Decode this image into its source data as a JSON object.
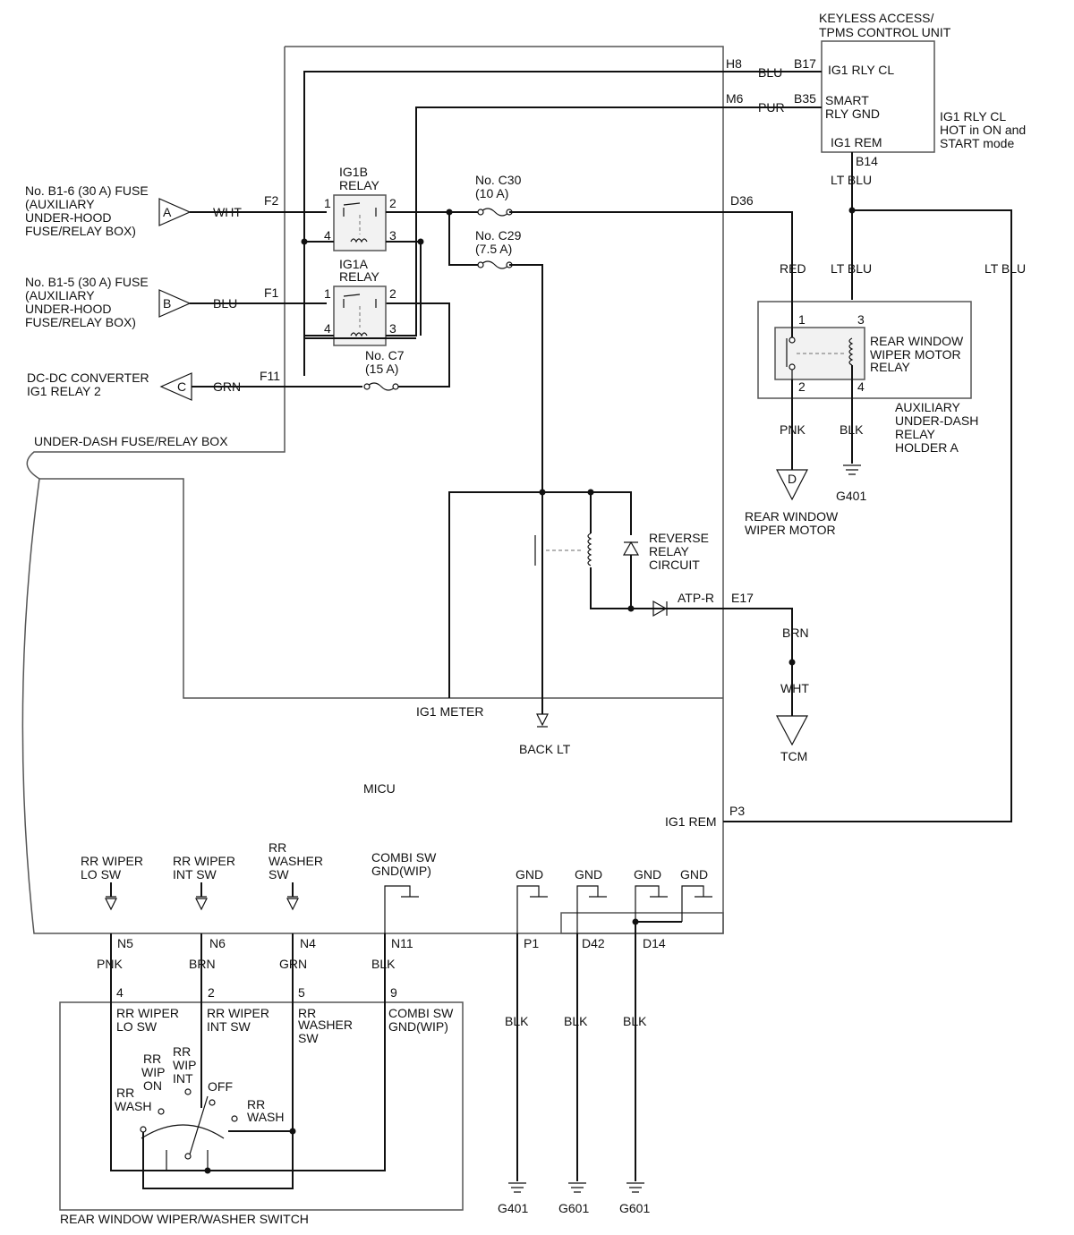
{
  "keyless": {
    "title1": "KEYLESS ACCESS/",
    "title2": "TPMS CONTROL UNIT",
    "pin_ig1_rly_cl": "IG1 RLY CL",
    "pin_smart": "SMART",
    "pin_rly_gnd": "RLY GND",
    "pin_ig1_rem": "IG1 REM",
    "note1": "IG1 RLY CL",
    "note2": "HOT in ON and",
    "note3": "START mode",
    "b17": "B17",
    "b35": "B35",
    "b14": "B14"
  },
  "wires": {
    "h8": "H8",
    "m6": "M6",
    "d36": "D36",
    "f2": "F2",
    "f1": "F1",
    "f11": "F11",
    "e17": "E17",
    "p3": "P3",
    "blu": "BLU",
    "pur": "PUR",
    "wht": "WHT",
    "blu2": "BLU",
    "grn": "GRN",
    "lt_blu_top": "LT BLU",
    "lt_blu_mid": "LT BLU",
    "lt_blu_right": "LT BLU",
    "red": "RED",
    "pnk": "PNK",
    "blk": "BLK",
    "brn": "BRN",
    "wht2": "WHT"
  },
  "sources": {
    "a_line1": "No. B1-6 (30 A) FUSE",
    "a_line2": "(AUXILIARY",
    "a_line3": "UNDER-HOOD",
    "a_line4": "FUSE/RELAY BOX)",
    "a_conn": "A",
    "b_line1": "No. B1-5 (30 A) FUSE",
    "b_line2": "(AUXILIARY",
    "b_line3": "UNDER-HOOD",
    "b_line4": "FUSE/RELAY BOX)",
    "b_conn": "B",
    "c_line1": "DC-DC CONVERTER",
    "c_line2": "IG1 RELAY 2",
    "c_conn": "C"
  },
  "relays": {
    "ig1b1": "IG1B",
    "ig1b2": "RELAY",
    "ig1a1": "IG1A",
    "ig1a2": "RELAY",
    "p1": "1",
    "p2": "2",
    "p3": "3",
    "p4": "4",
    "q1": "1",
    "q2": "2",
    "q3": "3",
    "q4": "4"
  },
  "fuses": {
    "c30": "No. C30",
    "c30a": "(10 A)",
    "c29": "No. C29",
    "c29a": "(7.5 A)",
    "c7": "No. C7",
    "c7a": "(15 A)"
  },
  "rear_relay": {
    "l1": "REAR WINDOW",
    "l2": "WIPER MOTOR",
    "l3": "RELAY",
    "pin1": "1",
    "pin2": "2",
    "pin3": "3",
    "pin4": "4",
    "holder1": "AUXILIARY",
    "holder2": "UNDER-DASH",
    "holder3": "RELAY",
    "holder4": "HOLDER A",
    "d_conn": "D",
    "g401": "G401",
    "motor1": "REAR WINDOW",
    "motor2": "WIPER MOTOR"
  },
  "micu": {
    "box_label": "UNDER-DASH FUSE/RELAY BOX",
    "reverse1": "REVERSE",
    "reverse2": "RELAY",
    "reverse3": "CIRCUIT",
    "atp_r": "ATP-R",
    "ig1_meter": "IG1 METER",
    "back_lt": "BACK LT",
    "micu": "MICU",
    "ig1_rem": "IG1 REM",
    "tcm": "TCM"
  },
  "micu_bottom": {
    "lo1": "RR WIPER",
    "lo2": "LO SW",
    "int1": "RR WIPER",
    "int2": "INT SW",
    "wash1": "RR",
    "wash2": "WASHER",
    "wash3": "SW",
    "combi1": "COMBI SW",
    "combi2": "GND(WIP)",
    "gnd1": "GND",
    "gnd2": "GND",
    "gnd3": "GND",
    "gnd4": "GND",
    "n5": "N5",
    "n6": "N6",
    "n4": "N4",
    "n11": "N11",
    "p1": "P1",
    "d42": "D42",
    "d14": "D14",
    "pnk": "PNK",
    "brn": "BRN",
    "grn": "GRN",
    "blk": "BLK",
    "blk1": "BLK",
    "blk2": "BLK",
    "blk3": "BLK",
    "g401": "G401",
    "g601a": "G601",
    "g601b": "G601"
  },
  "switch": {
    "pin4": "4",
    "pin2": "2",
    "pin5": "5",
    "pin9": "9",
    "lo1": "RR WIPER",
    "lo2": "LO SW",
    "int1": "RR WIPER",
    "int2": "INT SW",
    "wash1": "RR",
    "wash2": "WASHER",
    "wash3": "SW",
    "combi1": "COMBI SW",
    "combi2": "GND(WIP)",
    "rr_wash_l1": "RR",
    "rr_wash_l2": "WASH",
    "rr_wip_on1": "RR",
    "rr_wip_on2": "WIP",
    "rr_wip_on3": "ON",
    "rr_wip_int1": "RR",
    "rr_wip_int2": "WIP",
    "rr_wip_int3": "INT",
    "off": "OFF",
    "rr_wash_r1": "RR",
    "rr_wash_r2": "WASH",
    "title": "REAR WINDOW WIPER/WASHER SWITCH"
  }
}
